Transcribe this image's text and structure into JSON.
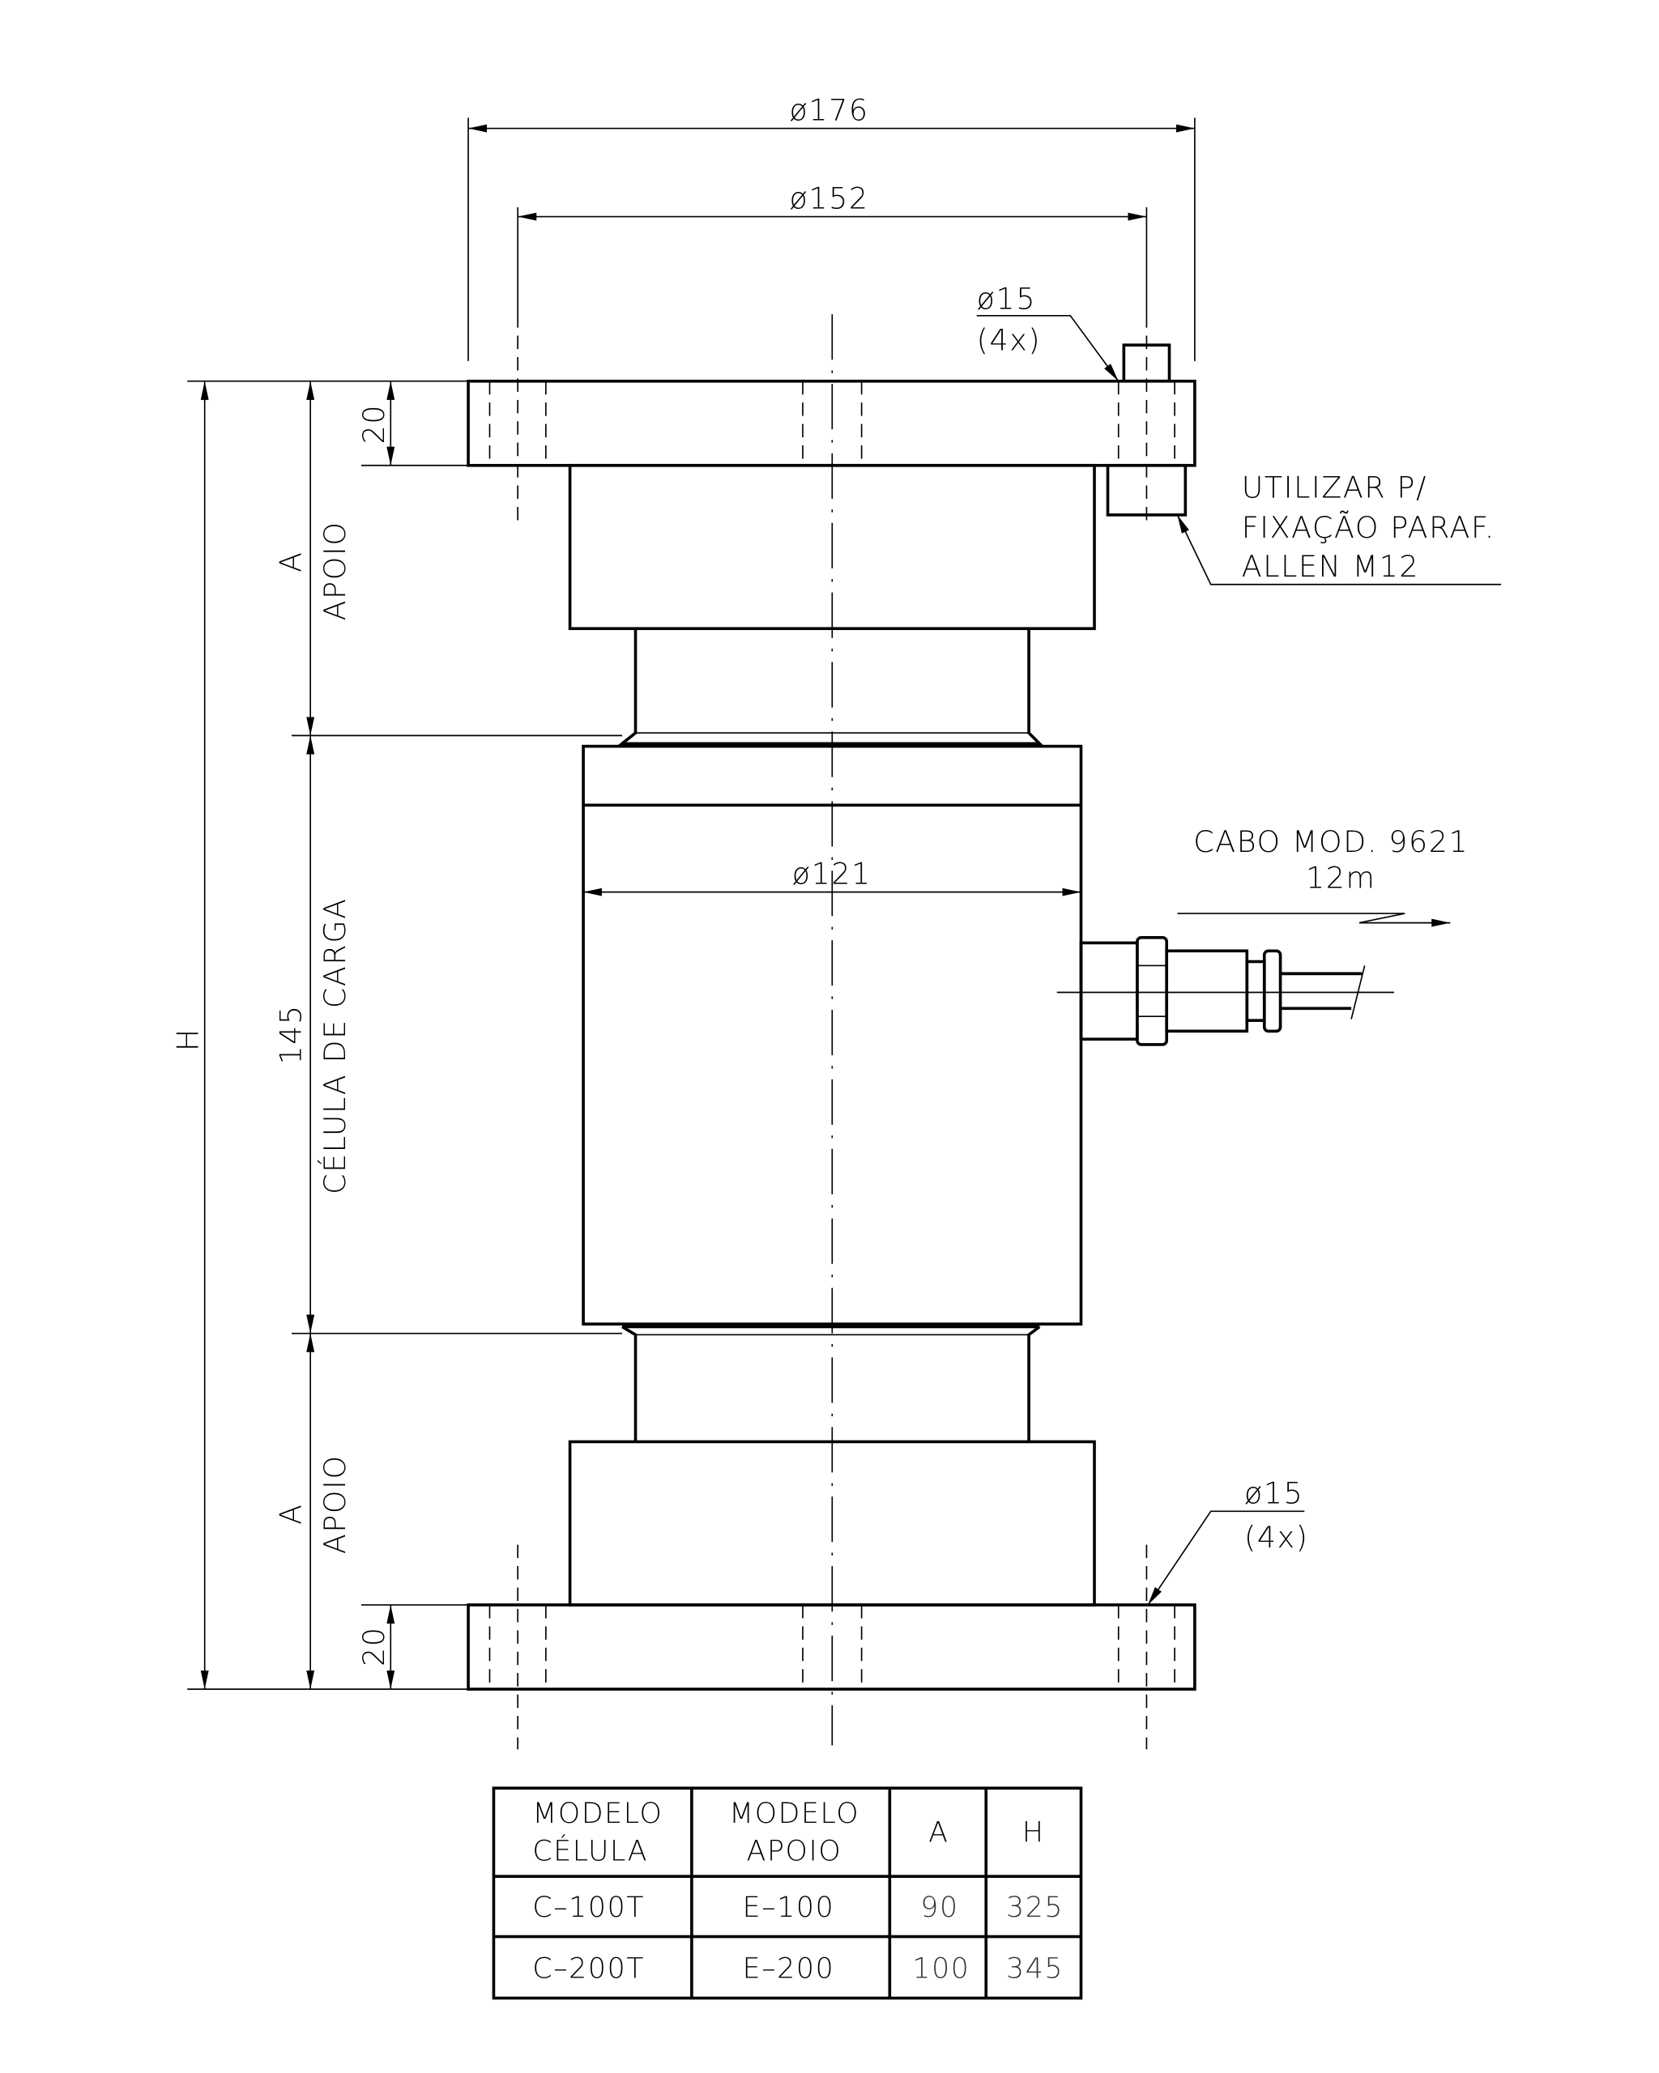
{
  "dimensions": {
    "outer_diameter": "ø176",
    "bolt_circle": "ø152",
    "cell_diameter": "ø121",
    "hole_top": "ø15",
    "hole_top_qty": "(4x)",
    "hole_bottom": "ø15",
    "hole_bottom_qty": "(4x)",
    "flange_top": "20",
    "flange_bottom": "20",
    "cell_height": "145",
    "support_top": "A",
    "support_bottom": "A",
    "total_height": "H"
  },
  "labels": {
    "support_top": "APOIO",
    "support_bottom": "APOIO",
    "cell": "CÉLULA DE CARGA",
    "note_line1": "UTILIZAR P/",
    "note_line2": "FIXAÇÃO PARAF.",
    "note_line3": "ALLEN M12",
    "cable_line1": "CABO MOD. 9621",
    "cable_line2": "12m"
  },
  "table": {
    "headers": [
      [
        "MODELO",
        "CÉLULA"
      ],
      [
        "MODELO",
        "APOIO"
      ],
      [
        "A"
      ],
      [
        "H"
      ]
    ],
    "rows": [
      [
        "C–100T",
        "E–100",
        "90",
        "325"
      ],
      [
        "C–200T",
        "E–200",
        "100",
        "345"
      ]
    ]
  }
}
